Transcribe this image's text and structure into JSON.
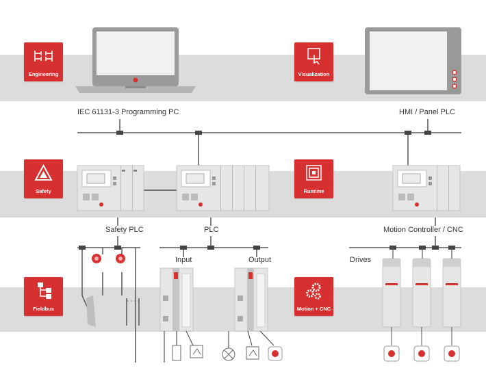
{
  "badges": {
    "engineering": "Engineering",
    "visualization": "Visualization",
    "safety": "Safety",
    "runtime": "Runtime",
    "fieldbus": "Fieldbus",
    "motion_cnc": "Motion + CNC"
  },
  "labels": {
    "programming_pc": "IEC 61131-3 Programming PC",
    "hmi_panel": "HMI / Panel PLC",
    "safety_plc": "Safety PLC",
    "plc": "PLC",
    "motion_controller": "Motion Controller / CNC",
    "input": "Input",
    "output": "Output",
    "drives": "Drives"
  },
  "colors": {
    "accent": "#d63030",
    "band": "#dcdcdc",
    "device": "#e6e6e6",
    "line": "#555555"
  }
}
